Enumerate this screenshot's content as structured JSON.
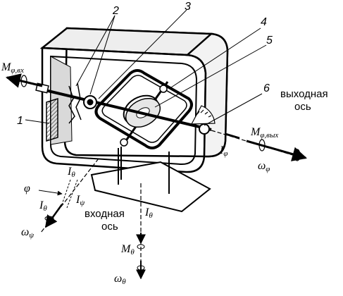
{
  "labels": {
    "part_1": "1",
    "part_2": "2",
    "part_3": "3",
    "part_4": "4",
    "part_5": "5",
    "part_6": "6",
    "output_axis_line1": "выходная",
    "output_axis_line2": "ось",
    "input_axis_line1": "входная",
    "input_axis_line2": "ось",
    "moment_in": "M",
    "moment_in_sub": "φ,вх",
    "moment_out": "M",
    "moment_out_sub": "φ,вых",
    "moment_theta": "M",
    "moment_theta_sub": "θ",
    "I_phi": "I",
    "I_phi_sub": "φ",
    "omega_phi": "ω",
    "omega_phi_sub": "φ",
    "I_theta_top": "I",
    "I_theta_top_sub": "θ",
    "I_theta_left": "I",
    "I_theta_left_sub": "θ",
    "I_psi": "I",
    "I_psi_sub": "ψ",
    "I_theta_right": "I",
    "I_theta_right_sub": "θ",
    "phi": "φ",
    "omega_psi": "ω",
    "omega_psi_sub": "ψ",
    "omega_theta": "ω",
    "omega_theta_sub": "θ"
  },
  "colors": {
    "ink": "#000000",
    "frame_fill": "#ffffff",
    "inner_shade": "#d9d9d9"
  }
}
